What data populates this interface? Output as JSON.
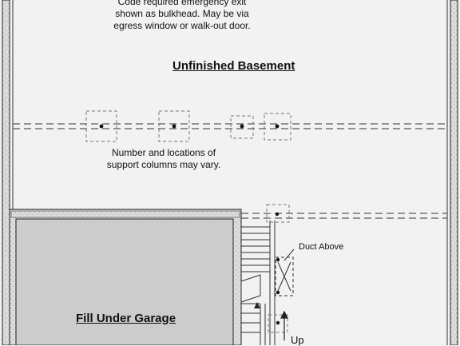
{
  "notes": {
    "egress": [
      "Code required emergency exit",
      "shown as bulkhead. May be via",
      "egress window or walk-out door."
    ],
    "columns": [
      "Number and locations of",
      "support columns may vary."
    ]
  },
  "rooms": {
    "basement": "Unfinished Basement",
    "garage_fill": "Fill Under Garage"
  },
  "labels": {
    "duct": "Duct Above",
    "stairs": "Up"
  },
  "colors": {
    "background": "#f2f2f2",
    "wall_fill": "#d9d9d9",
    "wall_stroke": "#222222",
    "garage_fill": "#cccccc",
    "line": "#333333"
  }
}
